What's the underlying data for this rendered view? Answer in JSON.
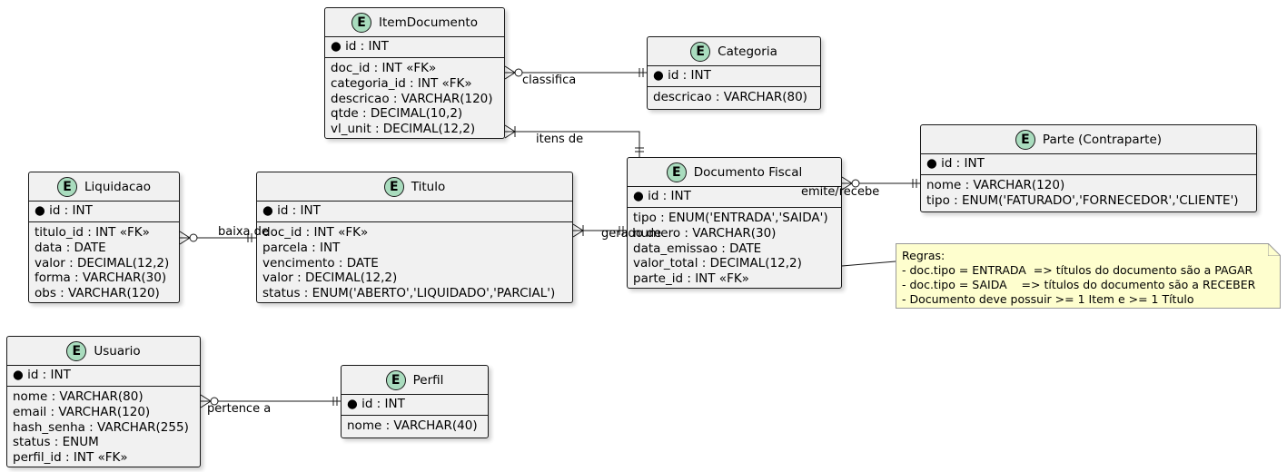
{
  "entities": {
    "item_documento": {
      "title": "ItemDocumento",
      "badge": "E",
      "pk": "● id : INT",
      "attributes": [
        "doc_id : INT «FK»",
        "categoria_id : INT «FK»",
        "descricao : VARCHAR(120)",
        "qtde : DECIMAL(10,2)",
        "vl_unit : DECIMAL(12,2)"
      ]
    },
    "categoria": {
      "title": "Categoria",
      "badge": "E",
      "pk": "● id : INT",
      "attributes": [
        "descricao : VARCHAR(80)"
      ]
    },
    "parte": {
      "title": "Parte (Contraparte)",
      "badge": "E",
      "pk": "● id : INT",
      "attributes": [
        "nome : VARCHAR(120)",
        "tipo : ENUM('FATURADO','FORNECEDOR','CLIENTE')"
      ]
    },
    "documento_fiscal": {
      "title": "Documento Fiscal",
      "badge": "E",
      "pk": "● id : INT",
      "attributes": [
        "tipo : ENUM('ENTRADA','SAIDA')",
        "numero : VARCHAR(30)",
        "data_emissao : DATE",
        "valor_total : DECIMAL(12,2)",
        "parte_id : INT «FK»"
      ]
    },
    "liquidacao": {
      "title": "Liquidacao",
      "badge": "E",
      "pk": "● id : INT",
      "attributes": [
        "titulo_id : INT «FK»",
        "data : DATE",
        "valor : DECIMAL(12,2)",
        "forma : VARCHAR(30)",
        "obs : VARCHAR(120)"
      ]
    },
    "titulo": {
      "title": "Titulo",
      "badge": "E",
      "pk": "● id : INT",
      "attributes": [
        "doc_id : INT «FK»",
        "parcela : INT",
        "vencimento : DATE",
        "valor : DECIMAL(12,2)",
        "status : ENUM('ABERTO','LIQUIDADO','PARCIAL')"
      ]
    },
    "usuario": {
      "title": "Usuario",
      "badge": "E",
      "pk": "● id : INT",
      "attributes": [
        "nome : VARCHAR(80)",
        "email : VARCHAR(120)",
        "hash_senha : VARCHAR(255)",
        "status : ENUM",
        "perfil_id : INT «FK»"
      ]
    },
    "perfil": {
      "title": "Perfil",
      "badge": "E",
      "pk": "● id : INT",
      "attributes": [
        "nome : VARCHAR(40)"
      ]
    }
  },
  "relationships": {
    "classifica": "classifica",
    "itens_de": "itens de",
    "emite_recebe": "emite/recebe",
    "baixa_de": "baixa de",
    "gerado_de": "gerado de",
    "pertence_a": "pertence a"
  },
  "note": {
    "text": "Regras:\n- doc.tipo = ENTRADA  => títulos do documento são a PAGAR\n- doc.tipo = SAIDA    => títulos do documento são a RECEBER\n- Documento deve possuir >= 1 Item e >= 1 Título"
  },
  "colors": {
    "entity_fill": "#f1f1f1",
    "badge_fill": "#a9dcbe",
    "note_fill": "#fefece",
    "line": "#181818"
  }
}
